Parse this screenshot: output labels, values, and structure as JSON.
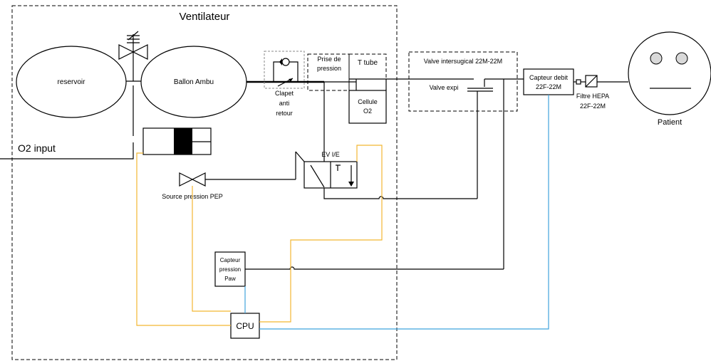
{
  "labels": {
    "ventilateur": "Ventilateur",
    "reservoir": "reservoir",
    "ballon_ambu": "Ballon Ambu",
    "o2_input": "O2 input",
    "clapet_1": "Clapet",
    "clapet_2": "anti",
    "clapet_3": "retour",
    "prise_1": "Prise de",
    "prise_2": "pression",
    "t_tube": "T tube",
    "cellule_1": "Cellule",
    "cellule_2": "O2",
    "valve_intersurgical": "Valve intersugical 22M-22M",
    "valve_expi": "Valve expi",
    "capteur_debit_1": "Capteur debit",
    "capteur_debit_2": "22F-22M",
    "filtre_1": "Filtre HEPA",
    "filtre_2": "22F-22M",
    "patient": "Patient",
    "ev_ie": "EV I/E",
    "source_pep": "Source pression PEP",
    "capteur_paw_1": "Capteur",
    "capteur_paw_2": "pression",
    "capteur_paw_3": "Paw",
    "cpu": "CPU"
  },
  "colors": {
    "yellow_wire": "#F2B632",
    "blue_wire": "#3FA3DD"
  }
}
